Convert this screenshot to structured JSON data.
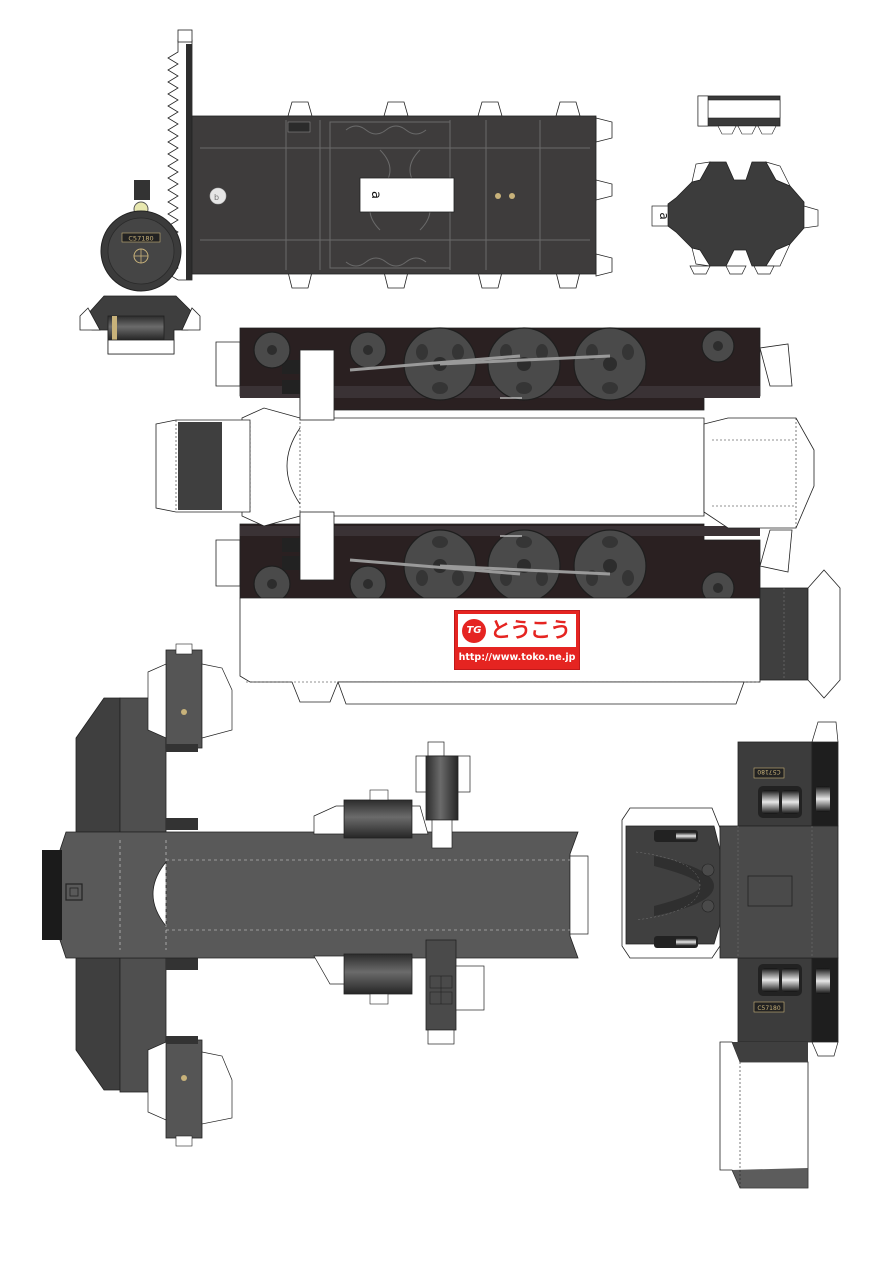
{
  "glue_mark": "a",
  "number_plate": "C57180",
  "number_plate_small": "C57180",
  "publisher": {
    "logo_mark": "TG",
    "name": "とうこう",
    "url": "http://www.toko.ne.jp"
  },
  "colors": {
    "body": "#3f3f3f",
    "body_light": "#5a5a5a",
    "frame": "#2a2021",
    "brass": "#c8b27a",
    "brand_red": "#e52421"
  }
}
